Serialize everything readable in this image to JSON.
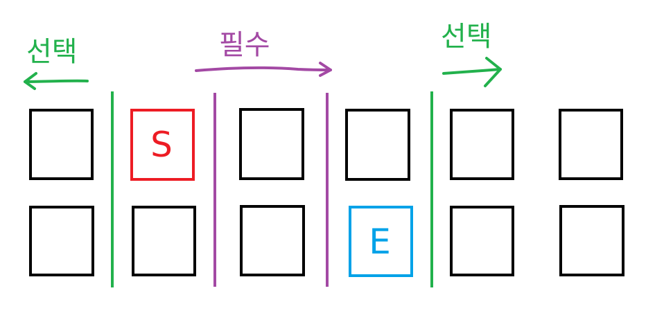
{
  "labels": {
    "left_optional": "선택",
    "middle_required": "필수",
    "right_optional": "선택"
  },
  "markers": {
    "start": "S",
    "end": "E"
  },
  "grid": {
    "rows": 2,
    "columns": 6,
    "start_cell": {
      "row": 1,
      "column": 2
    },
    "end_cell": {
      "row": 2,
      "column": 4
    }
  },
  "colors": {
    "optional": "#22b14c",
    "required": "#a349a4",
    "start": "#ed1c24",
    "end": "#00a2e8",
    "box": "#000000"
  }
}
